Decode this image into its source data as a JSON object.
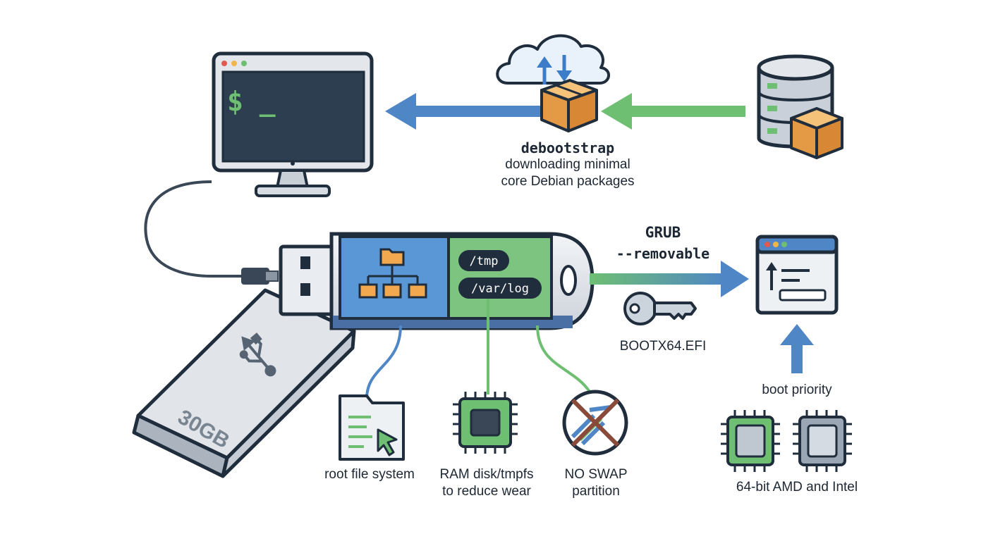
{
  "terminal": {
    "prompt": "$ _"
  },
  "debootstrap": {
    "command": "debootstrap",
    "desc_line1": "downloading minimal",
    "desc_line2": "core Debian packages"
  },
  "usb": {
    "capacity": "30GB"
  },
  "mounts": {
    "tmp": "/tmp",
    "varlog": "/var/log"
  },
  "grub": {
    "title": "GRUB",
    "flag": "--removable"
  },
  "efi": {
    "filename": "BOOTX64.EFI"
  },
  "features": {
    "root_fs": "root file system",
    "ram_line1": "RAM disk/tmpfs",
    "ram_line2": "to reduce wear",
    "swap_line1": "NO SWAP",
    "swap_line2": "partition"
  },
  "boot": {
    "priority": "boot priority",
    "cpus": "64-bit AMD and Intel"
  },
  "colors": {
    "blue": "#4f86c6",
    "green": "#6fbf73",
    "dark": "#1f2d3d",
    "package": "#e9a250"
  }
}
